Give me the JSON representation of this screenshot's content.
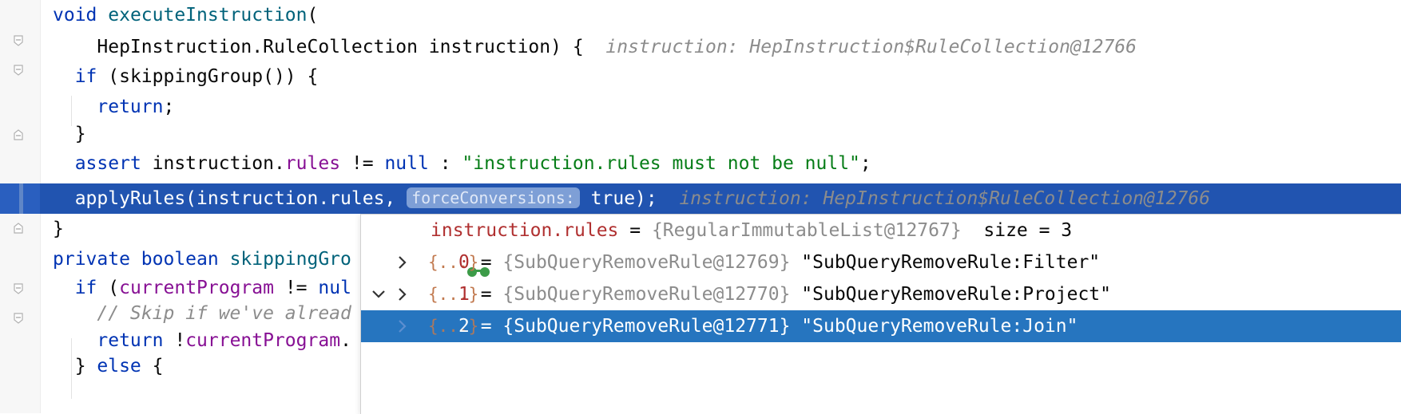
{
  "editor": {
    "lines": [
      {
        "parts": [
          [
            "kw",
            "void "
          ],
          [
            "fn",
            "executeInstruction"
          ],
          [
            "",
            "("
          ]
        ]
      },
      {
        "parts": [
          [
            "",
            "    HepInstruction.RuleCollection instruction) {  "
          ],
          [
            "hint",
            "instruction: HepInstruction$RuleCollection@12766"
          ]
        ]
      },
      {
        "parts": [
          [
            "",
            "  "
          ],
          [
            "kw",
            "if"
          ],
          [
            "",
            " (skippingGroup()) {"
          ]
        ]
      },
      {
        "parts": [
          [
            "",
            "    "
          ],
          [
            "kw",
            "return"
          ],
          [
            "",
            ";"
          ]
        ]
      },
      {
        "parts": [
          [
            "",
            "  }"
          ]
        ]
      },
      {
        "parts": [
          [
            "",
            "  "
          ],
          [
            "kw",
            "assert"
          ],
          [
            "",
            " instruction."
          ],
          [
            "fld",
            "rules"
          ],
          [
            "",
            " != "
          ],
          [
            "kw",
            "null"
          ],
          [
            "",
            " : "
          ],
          [
            "str",
            "\"instruction.rules must not be null\""
          ],
          [
            "",
            ";"
          ]
        ]
      },
      {
        "parts": [
          [
            "",
            "  applyRules(instruction.rules, "
          ],
          [
            "param",
            "forceConversions:"
          ],
          [
            "",
            " true);  "
          ],
          [
            "hint",
            "instruction: HepInstruction$RuleCollection@12766"
          ]
        ]
      },
      {
        "parts": [
          [
            "",
            "}"
          ]
        ]
      },
      {
        "parts": [
          [
            "",
            ""
          ]
        ]
      },
      {
        "parts": [
          [
            "kw",
            "private boolean "
          ],
          [
            "fn",
            "skippingGro"
          ]
        ]
      },
      {
        "parts": [
          [
            "",
            "  "
          ],
          [
            "kw",
            "if"
          ],
          [
            "",
            " ("
          ],
          [
            "fld",
            "currentProgram"
          ],
          [
            "",
            " != "
          ],
          [
            "kw",
            "nul"
          ]
        ]
      },
      {
        "parts": [
          [
            "",
            "    "
          ],
          [
            "cmt",
            "// Skip if we've alread"
          ]
        ]
      },
      {
        "parts": [
          [
            "",
            "    "
          ],
          [
            "kw",
            "return"
          ],
          [
            "",
            " !"
          ],
          [
            "fld",
            "currentProgram"
          ],
          [
            "",
            "."
          ]
        ]
      },
      {
        "parts": [
          [
            "",
            "  } "
          ],
          [
            "kw",
            "else"
          ],
          [
            "",
            " {"
          ]
        ]
      }
    ]
  },
  "debug_popup": {
    "root": {
      "name": "instruction.rules",
      "eq": " = ",
      "ref": "{RegularImmutableList@12767}",
      "size": "  size = 3"
    },
    "children": [
      {
        "icon": "{...}",
        "index": "0",
        "eq": " = ",
        "ref": "{SubQueryRemoveRule@12769}",
        "value": " \"SubQueryRemoveRule:Filter\"",
        "selected": false
      },
      {
        "icon": "{...}",
        "index": "1",
        "eq": " = ",
        "ref": "{SubQueryRemoveRule@12770}",
        "value": " \"SubQueryRemoveRule:Project\"",
        "selected": false
      },
      {
        "icon": "{...}",
        "index": "2",
        "eq": " = ",
        "ref": "{SubQueryRemoveRule@12771}",
        "value": " \"SubQueryRemoveRule:Join\"",
        "selected": true
      }
    ]
  },
  "colors": {
    "execution_line": "#2154b0",
    "selection": "#2675bf",
    "keyword": "#0033b3",
    "string": "#067d17",
    "field": "#871094"
  }
}
